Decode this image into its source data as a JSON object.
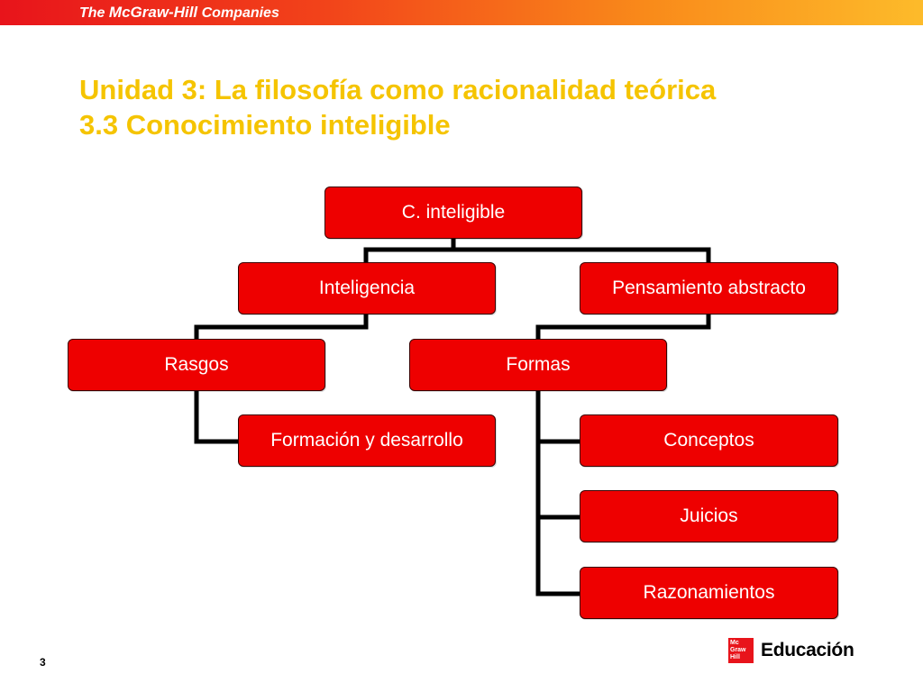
{
  "header": {
    "logo_prefix": "The",
    "logo_brand": "McGraw-Hill",
    "logo_suffix": "Companies"
  },
  "slide": {
    "title_line1": "Unidad 3: La filosofía como racionalidad teórica",
    "title_line2": "3.3 Conocimiento inteligible",
    "page_number": "3"
  },
  "diagram": {
    "root": "C. inteligible",
    "inteligencia": "Inteligencia",
    "pensamiento": "Pensamiento abstracto",
    "rasgos": "Rasgos",
    "formacion": "Formación y desarrollo",
    "formas": "Formas",
    "conceptos": "Conceptos",
    "juicios": "Juicios",
    "razonamientos": "Razonamientos"
  },
  "footer": {
    "logo_box_lines": [
      "Mc",
      "Graw",
      "Hill"
    ],
    "logo_text": "Educación"
  },
  "colors": {
    "node_fill": "#ee0000",
    "title": "#f5c400",
    "connector": "#000000"
  }
}
